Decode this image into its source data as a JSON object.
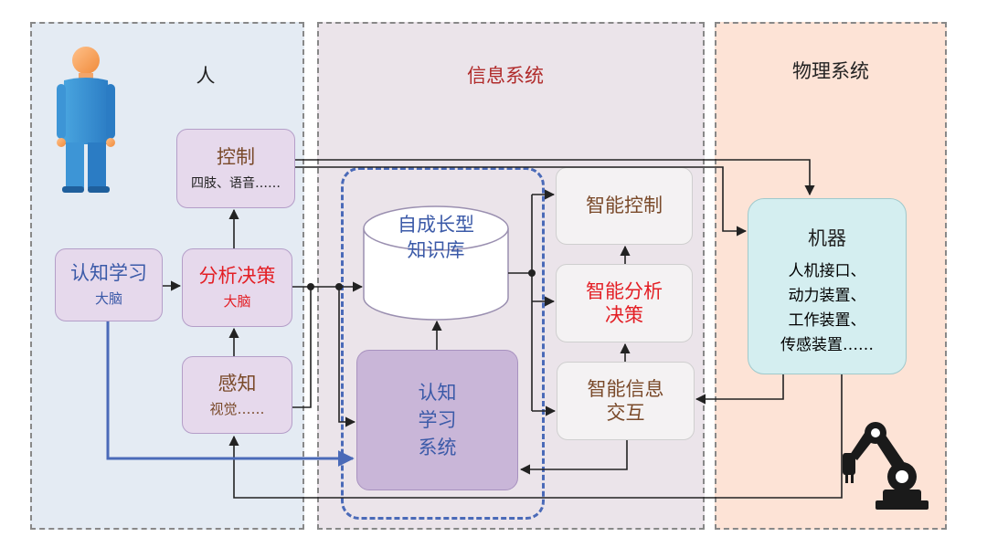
{
  "panels": {
    "human": {
      "title": "人"
    },
    "info": {
      "title": "信息系统"
    },
    "physical": {
      "title": "物理系统"
    }
  },
  "human_boxes": {
    "control": {
      "title": "控制",
      "sub": "四肢、语音……"
    },
    "cognitive": {
      "title": "认知学习",
      "sub": "大脑"
    },
    "decision": {
      "title": "分析决策",
      "sub": "大脑"
    },
    "perception": {
      "title": "感知",
      "sub": "视觉……"
    }
  },
  "info_boxes": {
    "knowledge_base": {
      "line1": "自成长型",
      "line2": "知识库"
    },
    "learning_system": {
      "line1": "认知",
      "line2": "学习",
      "line3": "系统"
    },
    "smart_control": {
      "title": "智能控制"
    },
    "smart_decision": {
      "line1": "智能分析",
      "line2": "决策"
    },
    "smart_interaction": {
      "line1": "智能信息",
      "line2": "交互"
    }
  },
  "machine": {
    "title": "机器",
    "items": [
      "人机接口、",
      "动力装置、",
      "工作装置、",
      "传感装置……"
    ]
  },
  "colors": {
    "human_panel": "#e4ebf3",
    "info_panel": "#ebe4ea",
    "physical_panel": "#fde3d6",
    "purple_box": "#e6d9ec",
    "learning_box": "#c9b6d8",
    "machine_box": "#d4eef0",
    "accent_blue": "#4a6ab8",
    "red_text": "#e31e24"
  },
  "icons": [
    "person-icon",
    "robot-arm-icon"
  ]
}
